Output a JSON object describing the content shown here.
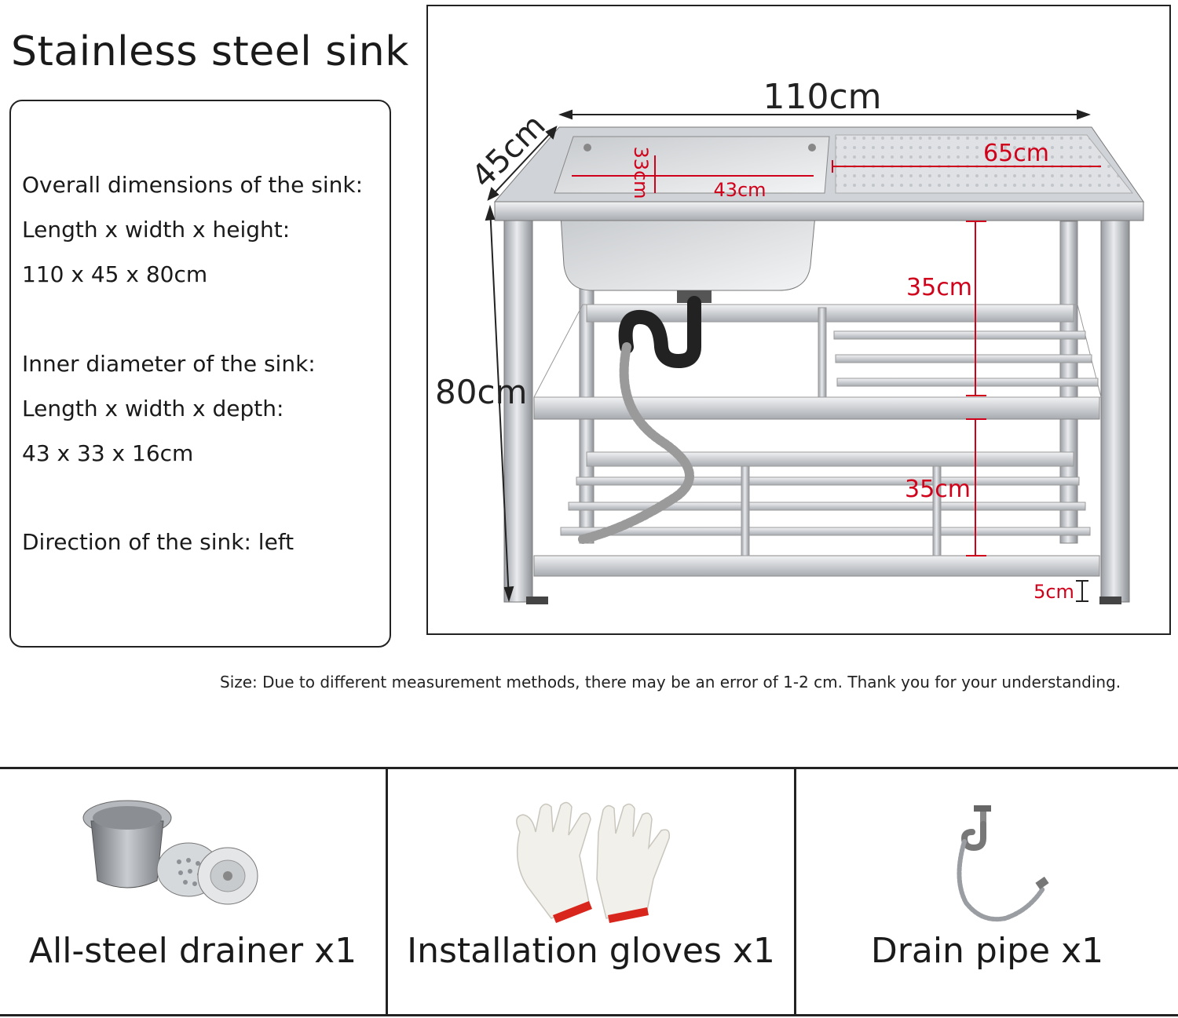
{
  "title": "Stainless steel sink",
  "specs": {
    "overall_heading": "Overall dimensions of the sink:",
    "overall_dims_label": "Length x width x height:",
    "overall_dims_value": "110 x 45 x 80cm",
    "inner_heading": "Inner diameter of the sink:",
    "inner_dims_label": "Length x width x depth:",
    "inner_dims_value": "43 x 33 x 16cm",
    "direction": "Direction of the sink:  left"
  },
  "diagram": {
    "length": "110cm",
    "width": "45cm",
    "height": "80cm",
    "basin_width": "33cm",
    "basin_length": "43cm",
    "drainboard_length": "65cm",
    "upper_shelf_gap": "35cm",
    "lower_shelf_gap": "35cm",
    "foot_height": "5cm",
    "annotation_color": "#d0021b"
  },
  "note": "Size: Due to different measurement methods, there may be an error of 1-2 cm. Thank you for your understanding.",
  "accessories": [
    {
      "label": "All-steel drainer x1",
      "icon": "drainer-icon"
    },
    {
      "label": "Installation gloves x1",
      "icon": "gloves-icon"
    },
    {
      "label": "Drain pipe x1",
      "icon": "drain-pipe-icon"
    }
  ]
}
